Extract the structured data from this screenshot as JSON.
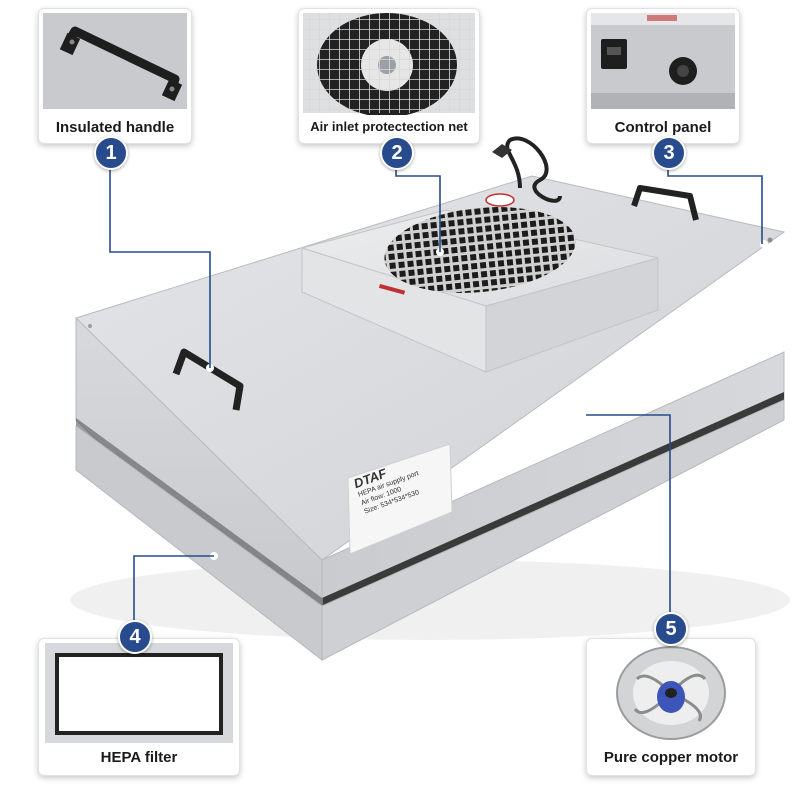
{
  "callouts": [
    {
      "number": "1",
      "label": "Insulated handle",
      "icon": "handle-icon"
    },
    {
      "number": "2",
      "label": "Air inlet protectection net",
      "icon": "fan-grille-icon"
    },
    {
      "number": "3",
      "label": "Control panel",
      "icon": "control-panel-icon"
    },
    {
      "number": "4",
      "label": "HEPA filter",
      "icon": "hepa-filter-icon"
    },
    {
      "number": "5",
      "label": "Pure copper motor",
      "icon": "motor-icon"
    }
  ],
  "product_label": {
    "brand": "DTAF",
    "lines": [
      "HEPA air supply port",
      "Air flow: 1000",
      "Size: 534*534*530"
    ]
  },
  "colors": {
    "badge": "#274b8c",
    "leader_line": "#274b8c",
    "housing": "#d9dadd"
  }
}
